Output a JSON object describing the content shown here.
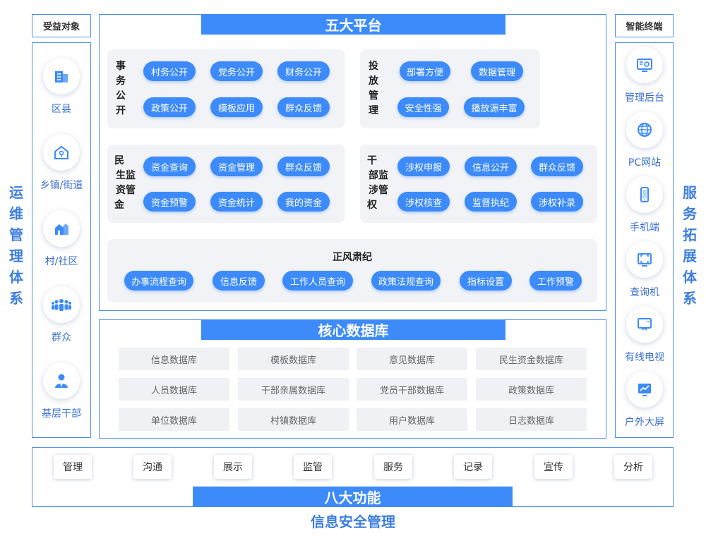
{
  "left_panel": {
    "header": "受益对象",
    "vertical_title": [
      "运",
      "维",
      "管",
      "理",
      "体",
      "系"
    ],
    "items": [
      {
        "label": "区县",
        "icon": "building-icon"
      },
      {
        "label": "乡镇/街道",
        "icon": "house-location-icon"
      },
      {
        "label": "村/社区",
        "icon": "village-icon"
      },
      {
        "label": "群众",
        "icon": "crowd-icon"
      },
      {
        "label": "基层干部",
        "icon": "cadre-icon"
      }
    ]
  },
  "right_panel": {
    "header": "智能终端",
    "vertical_title": [
      "服",
      "务",
      "拓",
      "展",
      "体",
      "系"
    ],
    "items": [
      {
        "label": "管理后台",
        "icon": "admin-console-icon"
      },
      {
        "label": "PC网站",
        "icon": "globe-icon"
      },
      {
        "label": "手机端",
        "icon": "mobile-icon"
      },
      {
        "label": "查询机",
        "icon": "kiosk-icon"
      },
      {
        "label": "有线电视",
        "icon": "tv-icon"
      },
      {
        "label": "户外大屏",
        "icon": "outdoor-screen-icon"
      }
    ]
  },
  "five_platforms": {
    "title": "五大平台",
    "affairs": {
      "title": [
        "事",
        "务",
        "公",
        "开"
      ],
      "items": [
        "村务公开",
        "党务公开",
        "财务公开",
        "政策公开",
        "模板应用",
        "群众反馈"
      ]
    },
    "delivery": {
      "title": [
        "投",
        "放",
        "管",
        "理"
      ],
      "items": [
        "部署方便",
        "数据管理",
        "安全性强",
        "播放源丰富"
      ]
    },
    "livelihood": {
      "title": [
        "民",
        "生监",
        "资管",
        "金"
      ],
      "items": [
        "资金查询",
        "资金管理",
        "群众反馈",
        "资金预警",
        "资金统计",
        "我的资金"
      ]
    },
    "cadre": {
      "title": [
        "干",
        "部监",
        "涉管",
        "权"
      ],
      "items": [
        "涉权申报",
        "信息公开",
        "群众反馈",
        "涉权核查",
        "监督执纪",
        "涉权补录"
      ]
    },
    "discipline": {
      "title": "正风肃纪",
      "items": [
        "办事流程查询",
        "信息反馈",
        "工作人员查询",
        "政策法规查询",
        "指标设置",
        "工作预警"
      ]
    }
  },
  "core_db": {
    "title": "核心数据库",
    "cells": [
      "信息数据库",
      "模板数据库",
      "意见数据库",
      "民生资金数据库",
      "人员数据库",
      "干部亲属数据库",
      "党员干部数据库",
      "政策数据库",
      "单位数据库",
      "村镇数据库",
      "用户数据库",
      "日志数据库"
    ]
  },
  "eight_functions": {
    "title": "八大功能",
    "items": [
      "管理",
      "沟通",
      "展示",
      "监管",
      "服务",
      "记录",
      "宣传",
      "分析"
    ]
  },
  "bottom_title": "信息安全管理",
  "colors": {
    "primary": "#3d8bfa",
    "text_blue": "#3f7fe0",
    "panel_bg": "#f2f3f7"
  }
}
